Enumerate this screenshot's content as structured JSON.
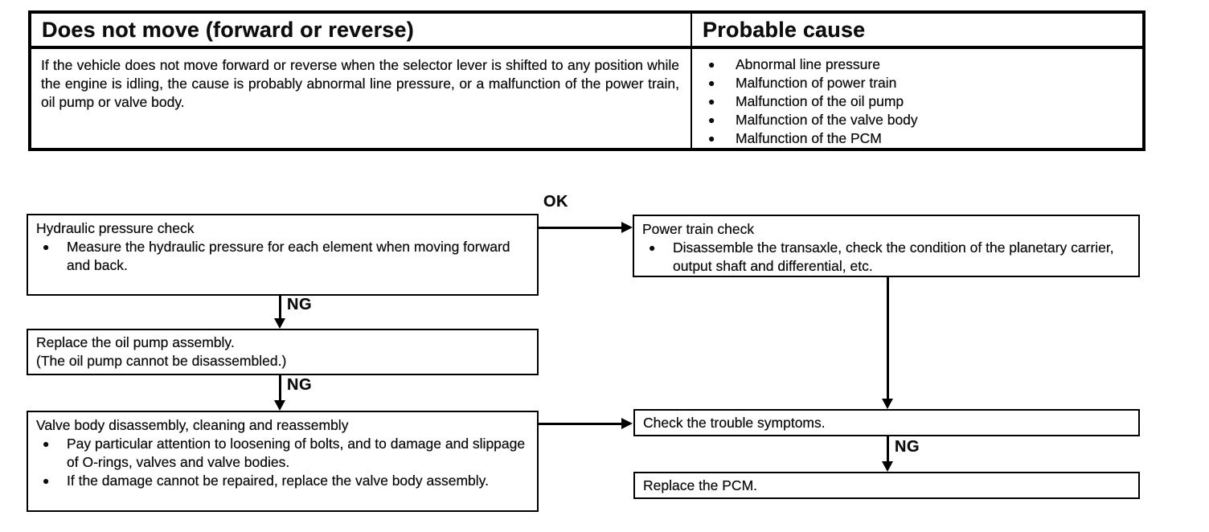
{
  "glyphs": {
    "bullet": "●"
  },
  "colors": {
    "ink": "#0d0d0d",
    "paper": "#ffffff"
  },
  "table": {
    "symptom_header": "Does not move (forward or reverse)",
    "cause_header": "Probable cause",
    "symptom_text": "If the vehicle does not move forward or reverse when the selector lever is shifted to any position while the engine is idling, the cause is probably abnormal line pressure, or a malfunction of the power train, oil pump or valve body.",
    "causes": [
      "Abnormal line pressure",
      "Malfunction of power train",
      "Malfunction of the oil pump",
      "Malfunction of the valve body",
      "Malfunction of the PCM"
    ]
  },
  "flow": {
    "hydraulic": {
      "title": "Hydraulic pressure check",
      "bullets": [
        "Measure the hydraulic pressure for each element when moving forward and back."
      ]
    },
    "power_train": {
      "title": "Power train check",
      "bullets": [
        "Disassemble the transaxle, check the condition of the planetary carrier, output shaft and differential, etc."
      ]
    },
    "oil_pump": {
      "line1": "Replace the oil pump assembly.",
      "line2": "(The oil pump cannot be disassembled.)"
    },
    "valve_body": {
      "title": "Valve body disassembly, cleaning and reassembly",
      "bullets": [
        "Pay particular attention to loosening of bolts, and to damage and slippage of O-rings, valves and valve bodies.",
        "If the damage cannot be repaired, replace the valve body assembly."
      ]
    },
    "check_symptoms": {
      "title": "Check the trouble symptoms."
    },
    "replace_pcm": {
      "title": "Replace the PCM."
    },
    "edge_labels": {
      "ok": "OK",
      "ng1": "NG",
      "ng2": "NG",
      "ng3": "NG"
    }
  }
}
